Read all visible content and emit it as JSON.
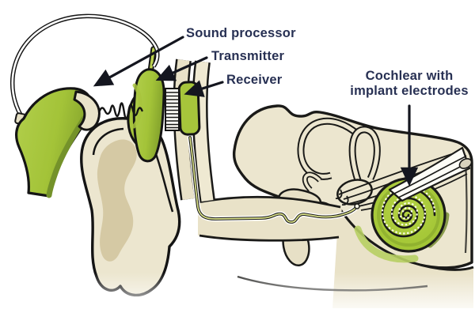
{
  "diagram": {
    "labels": {
      "sound_processor": "Sound processor",
      "transmitter": "Transmitter",
      "receiver": "Receiver",
      "cochlear_line1": "Cochlear with",
      "cochlear_line2": "implant electrodes"
    },
    "parts": [
      "headband-wire",
      "sound-processor-device",
      "sound-waves",
      "transmitter-device",
      "induction-coil",
      "receiver-implant",
      "skin-flap",
      "electrode-wire",
      "ear-pinna",
      "ear-canal",
      "middle-ear-bones",
      "semicircular-canals",
      "auditory-nerve-fibers",
      "cochlea-with-electrode-spiral",
      "head-cross-section"
    ],
    "colors": {
      "device_green": "#a6c53b",
      "device_green_dark": "#74922a",
      "device_green_light": "#b8d159",
      "cochlea_green": "#a3c636",
      "skin_beige": "#ece6cf",
      "skin_shadow": "#d5c9a4",
      "outline": "#1a1a18",
      "label_text": "#273053",
      "electrode_wire": "#d9e089",
      "background": "#ffffff"
    }
  }
}
